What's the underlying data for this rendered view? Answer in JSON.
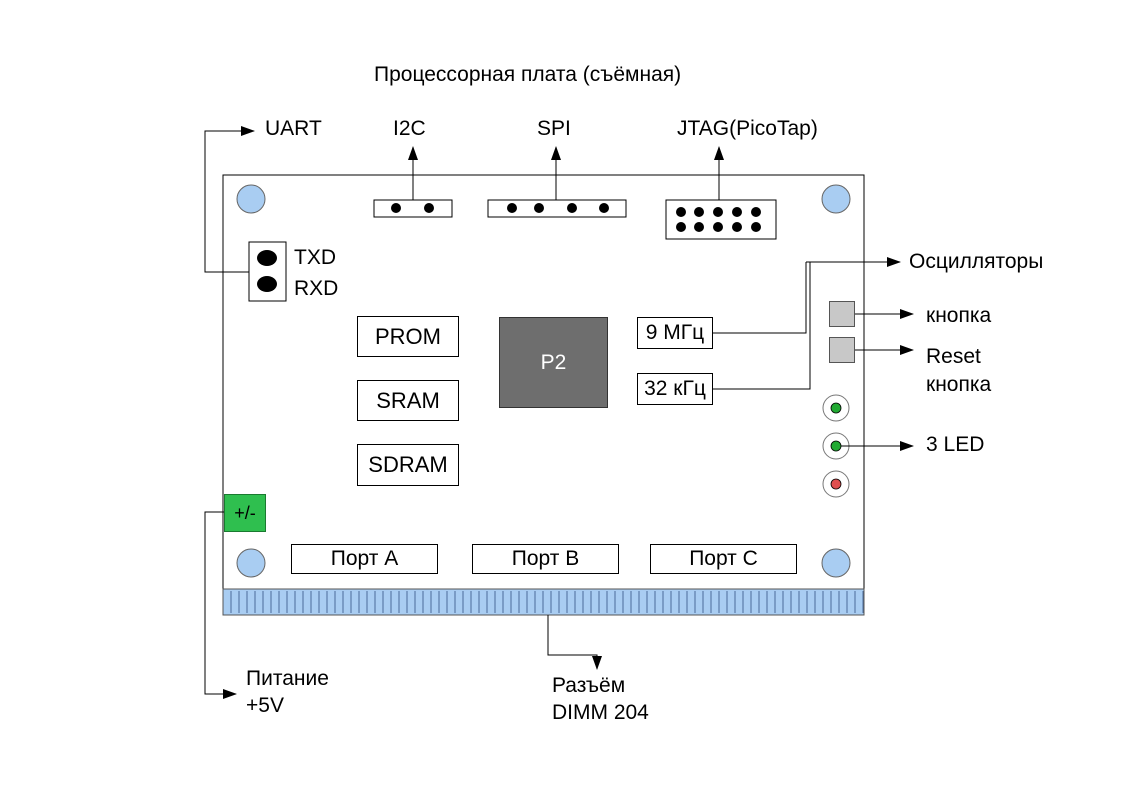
{
  "title": "Процессорная плата (съёмная)",
  "top_labels": {
    "uart": "UART",
    "i2c": "I2C",
    "spi": "SPI",
    "jtag": "JTAG(PicoTap)"
  },
  "uart_pins": {
    "txd": "TXD",
    "rxd": "RXD"
  },
  "memory": {
    "prom": "PROM",
    "sram": "SRAM",
    "sdram": "SDRAM"
  },
  "cpu": "P2",
  "oscillators": {
    "title": "Осцилляторы",
    "osc1": "9 МГц",
    "osc2": "32 кГц"
  },
  "buttons": {
    "button": "кнопка",
    "reset_line1": "Reset",
    "reset_line2": "кнопка"
  },
  "leds": {
    "label": "3 LED",
    "colors": [
      "#22aa33",
      "#22aa33",
      "#e05050"
    ]
  },
  "power": {
    "connector": "+/-",
    "line1": "Питание",
    "line2": "+5V"
  },
  "ports": {
    "a": "Порт A",
    "b": "Порт B",
    "c": "Порт C"
  },
  "dimm": {
    "line1": "Разъём",
    "line2": "DIMM 204"
  },
  "colors": {
    "mount_hole": "#a9cdf2",
    "dimm_fill": "#a9cdf2",
    "power_connector": "#2fbf4f",
    "cpu_fill": "#6e6e6e"
  }
}
